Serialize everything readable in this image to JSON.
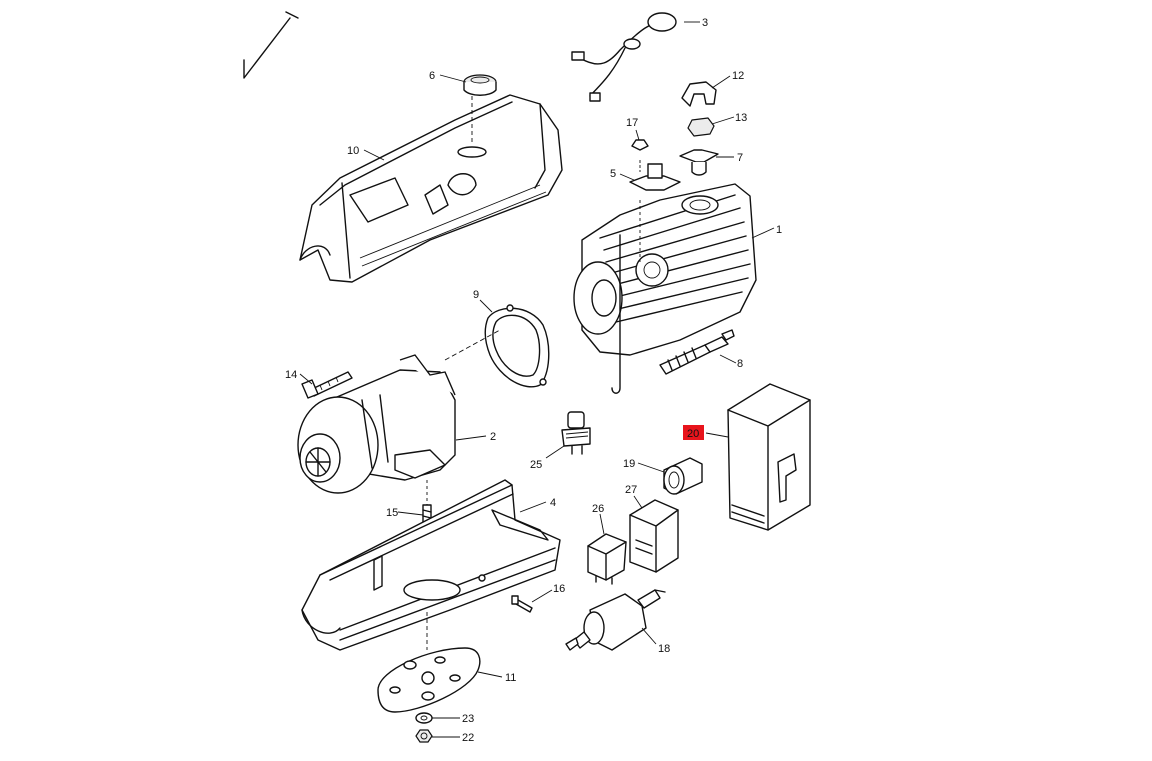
{
  "highlight_color": "#e8141c",
  "callouts": {
    "c1": "1",
    "c2": "2",
    "c3": "3",
    "c4": "4",
    "c5": "5",
    "c6": "6",
    "c7": "7",
    "c8": "8",
    "c9": "9",
    "c10": "10",
    "c11": "11",
    "c12": "12",
    "c13": "13",
    "c14": "14",
    "c15": "15",
    "c16": "16",
    "c17": "17",
    "c18": "18",
    "c19": "19",
    "c20": "20",
    "c22": "22",
    "c23": "23",
    "c25": "25",
    "c26": "26",
    "c27": "27"
  }
}
